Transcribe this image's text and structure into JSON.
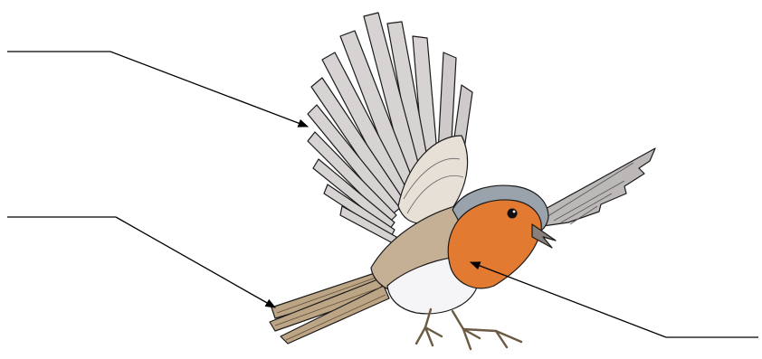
{
  "diagram": {
    "type": "labeled-illustration",
    "subject": "robin-in-flight",
    "labels": [
      {
        "id": "wing",
        "text": ""
      },
      {
        "id": "tail",
        "text": ""
      },
      {
        "id": "breast",
        "text": ""
      }
    ]
  },
  "colors": {
    "feather_light": "#d9d5d4",
    "feather_gray": "#b9b5b6",
    "back_brown": "#c7b39a",
    "tail_brown": "#b79e82",
    "head_gray": "#9aa2aa",
    "breast_orange": "#e07b33",
    "belly_white": "#f4f4f6",
    "beak": "#8a7f7a",
    "outline": "#1a1a1a"
  }
}
